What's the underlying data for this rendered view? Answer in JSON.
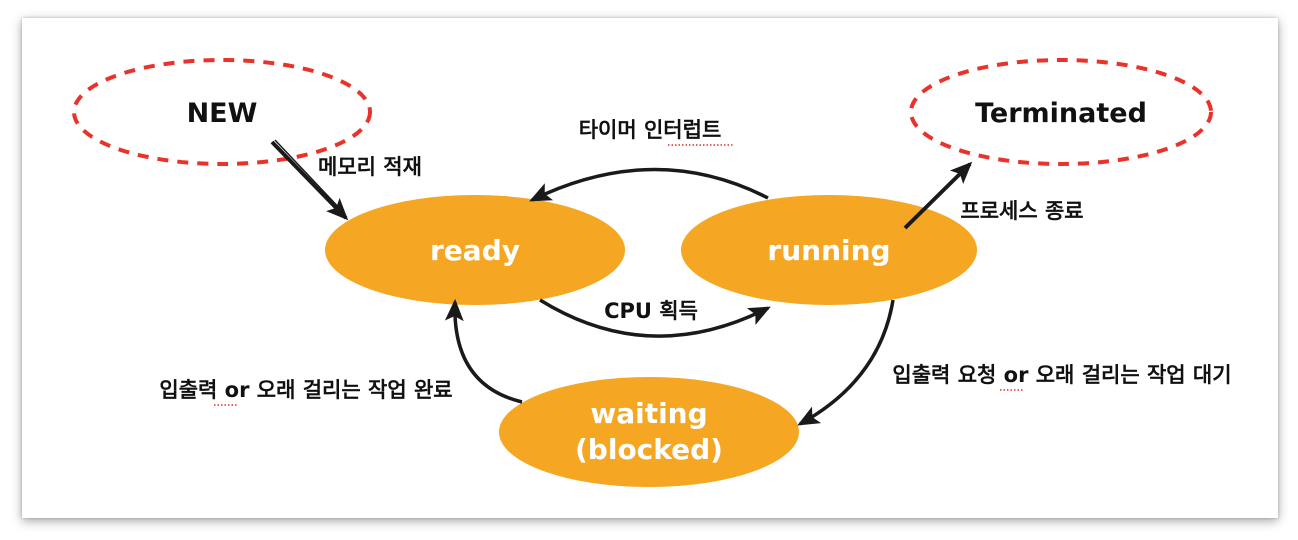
{
  "colors": {
    "state_fill": "#f5a623",
    "dashed_outline": "#e8322a",
    "arrow": "#1a1a1a",
    "text": "#111111",
    "state_text": "#ffffff"
  },
  "states": {
    "new": "NEW",
    "ready": "ready",
    "running": "running",
    "waiting_line1": "waiting",
    "waiting_line2": "(blocked)",
    "terminated": "Terminated"
  },
  "transitions": {
    "admitted": "메모리 적재",
    "interrupt": "타이머 인터럽트",
    "dispatch": "CPU 획득",
    "exit": "프로세스 종료",
    "io_wait": "입출력 요청 or 오래 걸리는 작업 대기",
    "io_complete": "입출력 or 오래 걸리는 작업 완료"
  }
}
